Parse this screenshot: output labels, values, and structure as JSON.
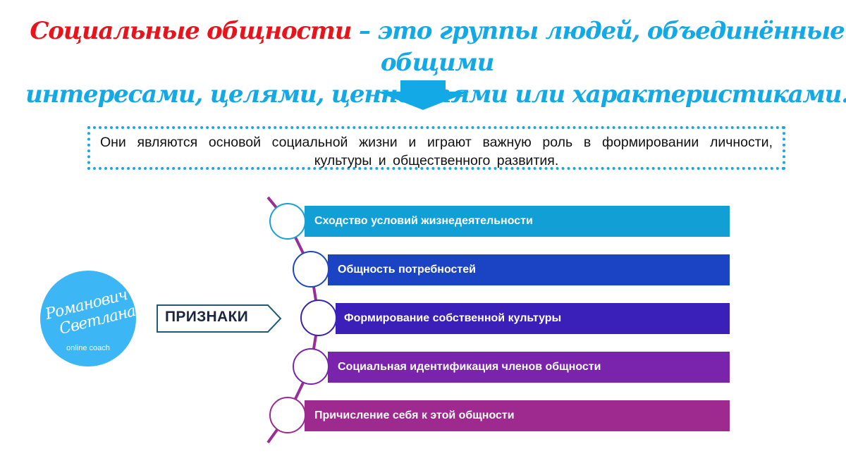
{
  "headline": {
    "term": "Социальные общности",
    "definition_line1": " – это группы людей, объединённые общими",
    "definition_line2": "интересами, целями, ценностями или характеристиками.",
    "term_color": "#e8141c",
    "definition_color": "#13a9e6"
  },
  "arrow": {
    "icon": "down-arrow-icon",
    "color": "#13a9e6"
  },
  "info_box": {
    "text": "Они являются основой социальной жизни и играют важную роль в формировании личности, культуры и общественного развития.",
    "border_color": "#19a6e6"
  },
  "logo": {
    "line1": "Романович",
    "line2": "Светлана",
    "subtitle": "online coach",
    "color": "#3db6f6"
  },
  "label_tag": {
    "text": "ПРИЗНАКИ",
    "border_color": "#1e5a72"
  },
  "features": [
    {
      "label": "Сходство условий жизнедеятельности",
      "color": "#119fd6"
    },
    {
      "label": "Общность потребностей",
      "color": "#1a44c4"
    },
    {
      "label": "Формирование собственной культуры",
      "color": "#3a1fb8"
    },
    {
      "label": "Социальная идентификация членов общности",
      "color": "#7a23ac"
    },
    {
      "label": "Причисление себя к этой общности",
      "color": "#9e2a8f"
    }
  ],
  "timeline_line_color": "#9b2d96"
}
